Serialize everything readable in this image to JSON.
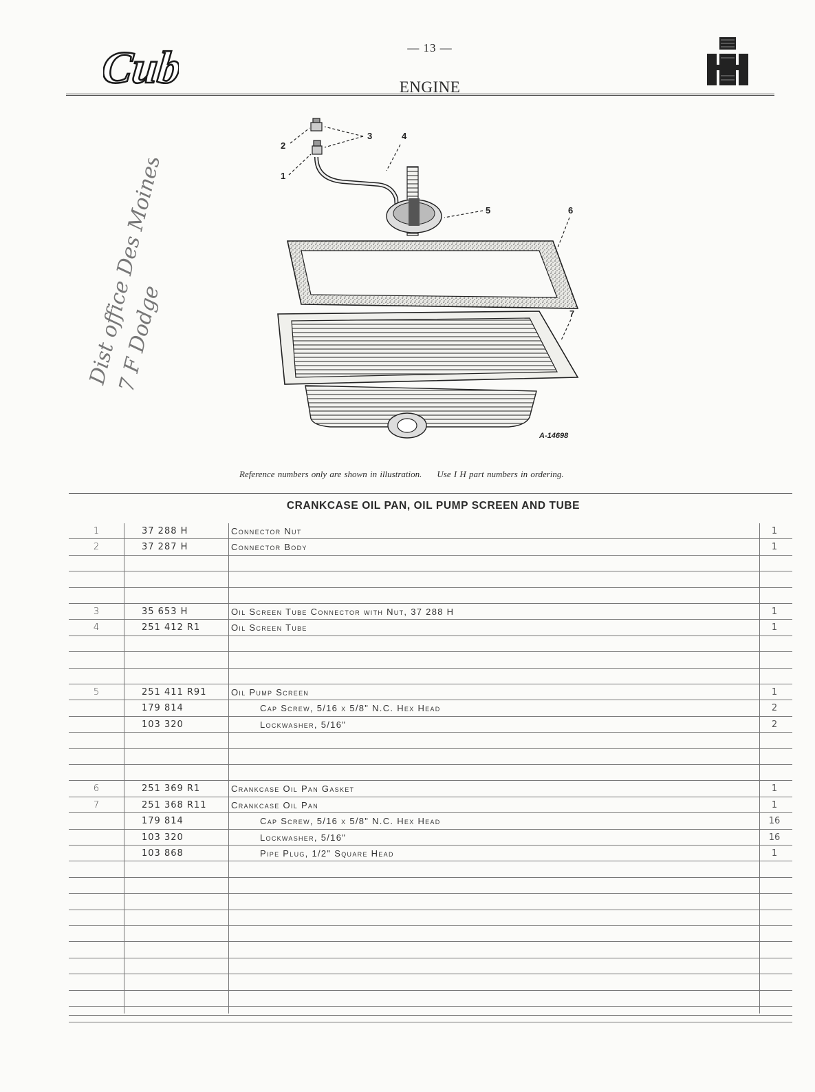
{
  "header": {
    "logo_text": "Cub",
    "page_number": "— 13 —",
    "section_title": "ENGINE",
    "brand_logo": "ih-logo"
  },
  "illustration": {
    "callouts": [
      "1",
      "2",
      "3",
      "4",
      "5",
      "6",
      "7"
    ],
    "figure_id": "A-14698"
  },
  "handwriting": {
    "line1": "Dist office Des Moines",
    "line2": "7 F Dodge"
  },
  "caption": {
    "part1": "Reference numbers only are shown in illustration.",
    "part2": "Use I H part numbers in ordering."
  },
  "table": {
    "title": "CRANKCASE OIL PAN, OIL PUMP SCREEN AND TUBE",
    "rows": [
      {
        "ref": "1",
        "part": "37 288 H",
        "desc": "Connector Nut",
        "qty": "1",
        "indent": false
      },
      {
        "ref": "2",
        "part": "37 287 H",
        "desc": "Connector Body",
        "qty": "1",
        "indent": false
      },
      {
        "ref": "",
        "part": "",
        "desc": "",
        "qty": "",
        "indent": false
      },
      {
        "ref": "",
        "part": "",
        "desc": "",
        "qty": "",
        "indent": false
      },
      {
        "ref": "",
        "part": "",
        "desc": "",
        "qty": "",
        "indent": false
      },
      {
        "ref": "3",
        "part": "35 653 H",
        "desc": "Oil Screen Tube Connector with Nut, 37 288 H",
        "qty": "1",
        "indent": false
      },
      {
        "ref": "4",
        "part": "251 412 R1",
        "desc": "Oil Screen Tube",
        "qty": "1",
        "indent": false
      },
      {
        "ref": "",
        "part": "",
        "desc": "",
        "qty": "",
        "indent": false
      },
      {
        "ref": "",
        "part": "",
        "desc": "",
        "qty": "",
        "indent": false
      },
      {
        "ref": "",
        "part": "",
        "desc": "",
        "qty": "",
        "indent": false
      },
      {
        "ref": "5",
        "part": "251 411 R91",
        "desc": "Oil Pump Screen",
        "qty": "1",
        "indent": false
      },
      {
        "ref": "",
        "part": "179 814",
        "desc": "Cap Screw, 5/16 x 5/8\" N.C. Hex Head",
        "qty": "2",
        "indent": true
      },
      {
        "ref": "",
        "part": "103 320",
        "desc": "Lockwasher, 5/16\"",
        "qty": "2",
        "indent": true
      },
      {
        "ref": "",
        "part": "",
        "desc": "",
        "qty": "",
        "indent": false
      },
      {
        "ref": "",
        "part": "",
        "desc": "",
        "qty": "",
        "indent": false
      },
      {
        "ref": "",
        "part": "",
        "desc": "",
        "qty": "",
        "indent": false
      },
      {
        "ref": "6",
        "part": "251 369 R1",
        "desc": "Crankcase Oil Pan Gasket",
        "qty": "1",
        "indent": false
      },
      {
        "ref": "7",
        "part": "251 368 R11",
        "desc": "Crankcase Oil Pan",
        "qty": "1",
        "indent": false
      },
      {
        "ref": "",
        "part": "179 814",
        "desc": "Cap Screw, 5/16 x 5/8\" N.C. Hex Head",
        "qty": "16",
        "indent": true
      },
      {
        "ref": "",
        "part": "103 320",
        "desc": "Lockwasher, 5/16\"",
        "qty": "16",
        "indent": true
      },
      {
        "ref": "",
        "part": "103 868",
        "desc": "Pipe Plug, 1/2\" Square Head",
        "qty": "1",
        "indent": true
      },
      {
        "ref": "",
        "part": "",
        "desc": "",
        "qty": "",
        "indent": false
      },
      {
        "ref": "",
        "part": "",
        "desc": "",
        "qty": "",
        "indent": false
      },
      {
        "ref": "",
        "part": "",
        "desc": "",
        "qty": "",
        "indent": false
      },
      {
        "ref": "",
        "part": "",
        "desc": "",
        "qty": "",
        "indent": false
      },
      {
        "ref": "",
        "part": "",
        "desc": "",
        "qty": "",
        "indent": false
      },
      {
        "ref": "",
        "part": "",
        "desc": "",
        "qty": "",
        "indent": false
      },
      {
        "ref": "",
        "part": "",
        "desc": "",
        "qty": "",
        "indent": false
      },
      {
        "ref": "",
        "part": "",
        "desc": "",
        "qty": "",
        "indent": false
      },
      {
        "ref": "",
        "part": "",
        "desc": "",
        "qty": "",
        "indent": false
      },
      {
        "ref": "",
        "part": "",
        "desc": "",
        "qty": "",
        "indent": false
      }
    ]
  }
}
